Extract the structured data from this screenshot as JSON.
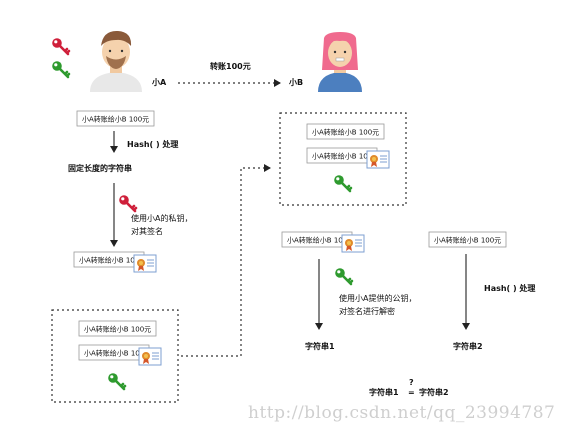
{
  "people": {
    "a_name": "小A",
    "b_name": "小B"
  },
  "transfer_label": "转账100元",
  "message_text": "小A转账给小B 100元",
  "steps": {
    "hash_label": "Hash( ) 处理",
    "fixed_length": "固定长度的字符串",
    "sign_line1": "使用小A的私钥，",
    "sign_line2": "对其签名",
    "verify_line1": "使用小A提供的公钥，",
    "verify_line2": "对签名进行解密",
    "string1": "字符串1",
    "string2": "字符串2",
    "compare_left": "字符串1",
    "compare_op": "?",
    "compare_eq": "=",
    "compare_right": "字符串2"
  },
  "watermark": "http://blog.csdn.net/qq_23994787",
  "colors": {
    "private_key": "#cf1f3a",
    "public_key": "#2e9a2e",
    "box_border": "#9a9a9a",
    "dotted": "#333333"
  },
  "icons": {
    "private_key": "red-key-icon",
    "public_key": "green-key-icon",
    "signature": "certificate-badge-icon"
  }
}
